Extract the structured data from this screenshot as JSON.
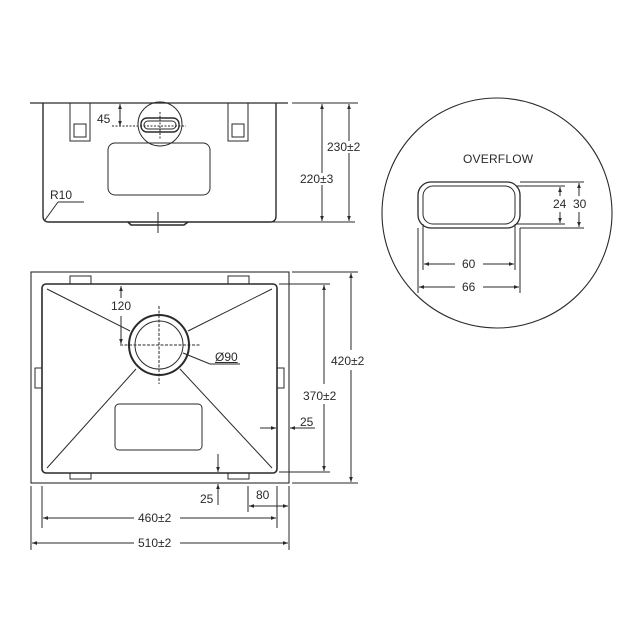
{
  "diagram": {
    "type": "technical-drawing",
    "subject": "undermount kitchen sink",
    "colors": {
      "line": "#2a2a2a",
      "background": "#ffffff"
    }
  },
  "side_view": {
    "overflow_offset": "45",
    "corner_radius": "R10",
    "bowl_depth": "220±3",
    "overall_height": "230±2"
  },
  "detail_view": {
    "title": "OVERFLOW",
    "inner_height": "24",
    "outer_height": "30",
    "inner_width": "60",
    "outer_width": "66"
  },
  "plan_view": {
    "drain_offset": "120",
    "drain_diameter": "Ø90",
    "bowl_depth_plan": "370±2",
    "overall_depth": "420±2",
    "flange_side": "25",
    "flange_bottom": "25",
    "clip_offset": "80",
    "bowl_width": "460±2",
    "overall_width": "510±2"
  }
}
